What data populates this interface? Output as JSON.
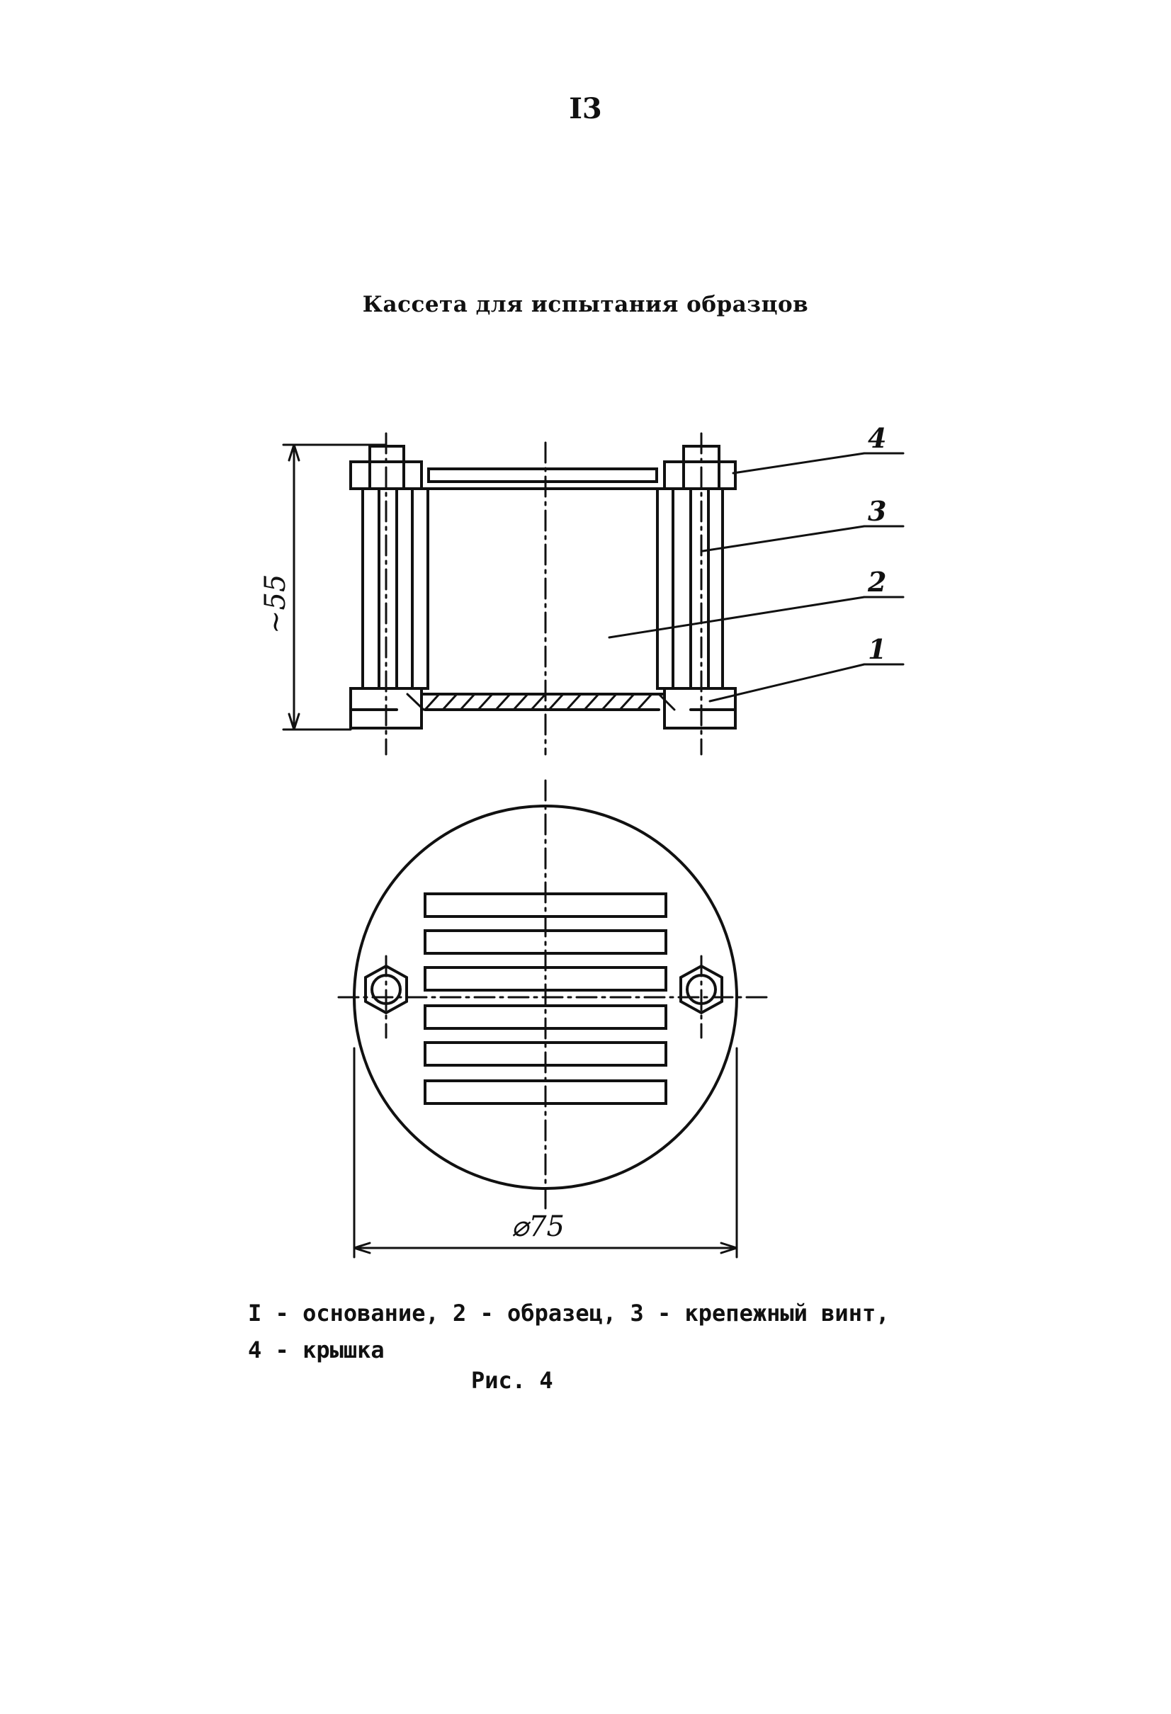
{
  "page_number": "I3",
  "title": "Кассета для испытания образцов",
  "callouts": [
    "4",
    "3",
    "2",
    "1"
  ],
  "dimensions": {
    "height": "~55",
    "diameter": "⌀75"
  },
  "legend": {
    "line1": "I - основание,  2 - образец, 3 - крепежный винт,",
    "line2": "4 - крышка"
  },
  "figure_caption": "Рис. 4"
}
